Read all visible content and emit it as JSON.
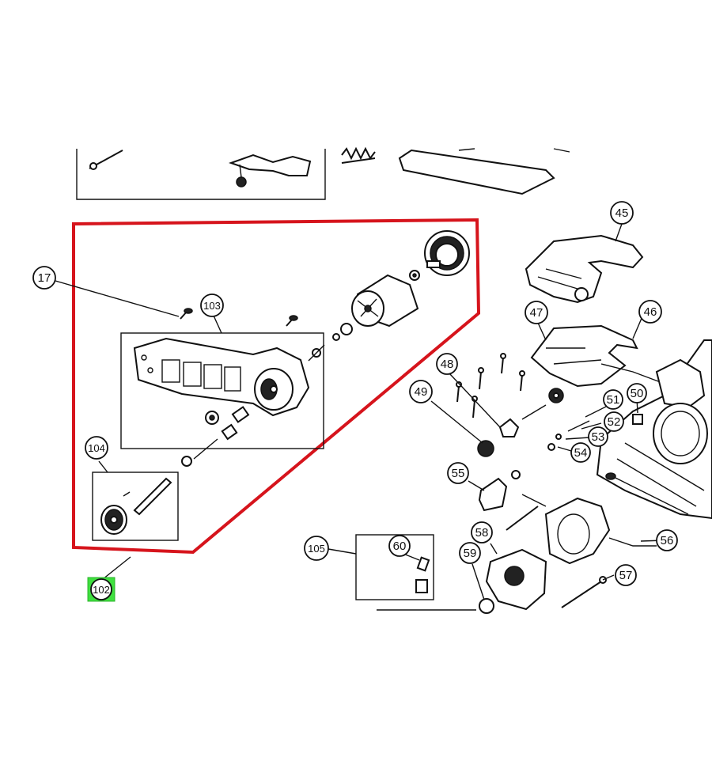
{
  "diagram": {
    "callouts": [
      {
        "id": "17",
        "label": "17"
      },
      {
        "id": "103",
        "label": "103"
      },
      {
        "id": "104",
        "label": "104"
      },
      {
        "id": "102",
        "label": "102"
      },
      {
        "id": "105",
        "label": "105"
      },
      {
        "id": "60",
        "label": "60"
      },
      {
        "id": "45",
        "label": "45"
      },
      {
        "id": "46",
        "label": "46"
      },
      {
        "id": "47",
        "label": "47"
      },
      {
        "id": "48",
        "label": "48"
      },
      {
        "id": "49",
        "label": "49"
      },
      {
        "id": "50",
        "label": "50"
      },
      {
        "id": "51",
        "label": "51"
      },
      {
        "id": "52",
        "label": "52"
      },
      {
        "id": "53",
        "label": "53"
      },
      {
        "id": "54",
        "label": "54"
      },
      {
        "id": "55",
        "label": "55"
      },
      {
        "id": "56",
        "label": "56"
      },
      {
        "id": "57",
        "label": "57"
      },
      {
        "id": "58",
        "label": "58"
      },
      {
        "id": "59",
        "label": "59"
      }
    ],
    "colors": {
      "highlight_outline": "#d6141c",
      "selected_label_bg": "#3fe03f",
      "line": "#111111"
    },
    "selected_callout": "102"
  }
}
